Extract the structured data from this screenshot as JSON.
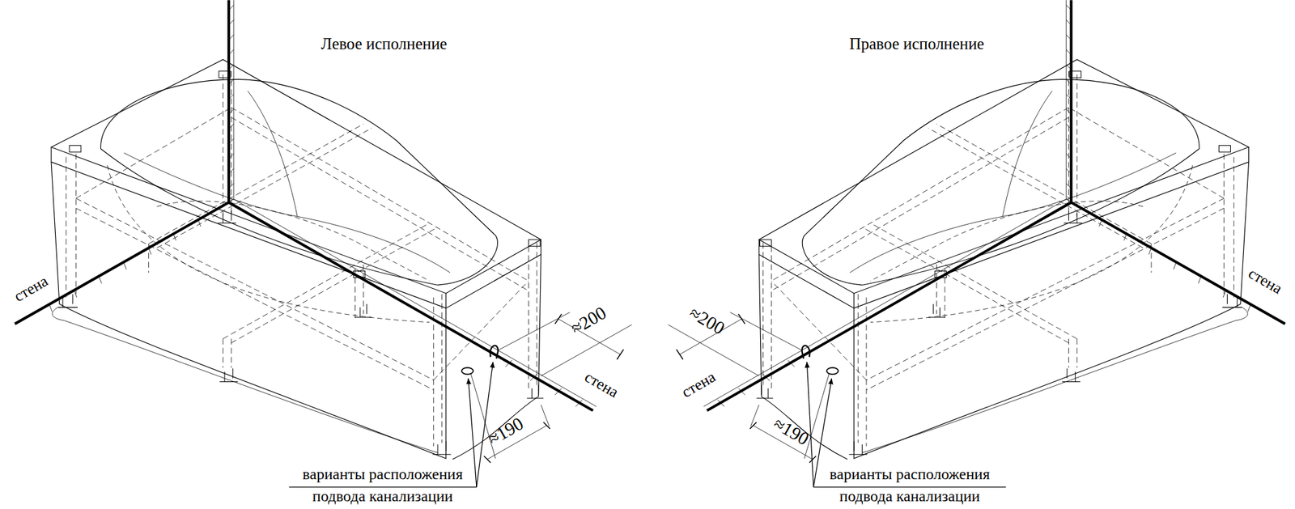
{
  "diagram": {
    "labels": [
      "Левое исполнение",
      "стена",
      "стена",
      "≈200",
      "≈190",
      "варианты расположения подвода канализации",
      "Правое исполнение",
      "≈200",
      "стена",
      "стена",
      "≈190",
      "варианты расположения подвода канализации"
    ]
  }
}
